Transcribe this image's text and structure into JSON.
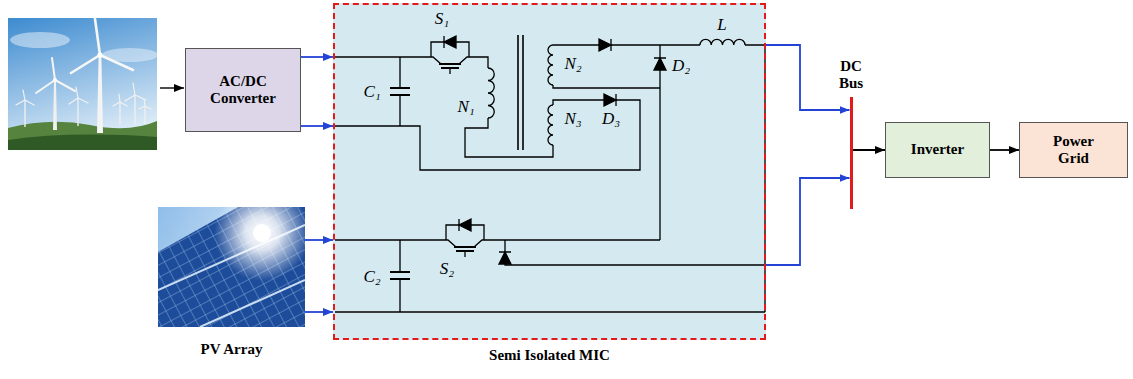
{
  "diagram": {
    "nodes": [
      {
        "text": [
          "AC/DC Converter"
        ]
      },
      {
        "text": [
          "PV Array"
        ]
      },
      {
        "text": [
          "Semi Isolated MIC"
        ]
      },
      {
        "text": [
          "DC Bus"
        ]
      },
      {
        "text": [
          "Inverter"
        ]
      },
      {
        "text": [
          "Power Grid"
        ]
      }
    ],
    "edges": [
      {
        "from": 0,
        "to": 2,
        "arrow": "to"
      },
      {
        "from": 0,
        "to": 2,
        "arrow": "to"
      },
      {
        "from": 1,
        "to": 2,
        "arrow": "to"
      },
      {
        "from": 1,
        "to": 2,
        "arrow": "to"
      },
      {
        "from": 2,
        "to": 3,
        "arrow": "to"
      },
      {
        "from": 2,
        "to": 3,
        "arrow": "to"
      },
      {
        "from": 3,
        "to": 4,
        "arrow": "to"
      },
      {
        "from": 4,
        "to": 5,
        "arrow": "to"
      }
    ],
    "labels": [
      "C₁",
      "S₁",
      "N₁",
      "N₂",
      "N₃",
      "D₂",
      "D₃",
      "L",
      "C₂",
      "S₂"
    ]
  }
}
